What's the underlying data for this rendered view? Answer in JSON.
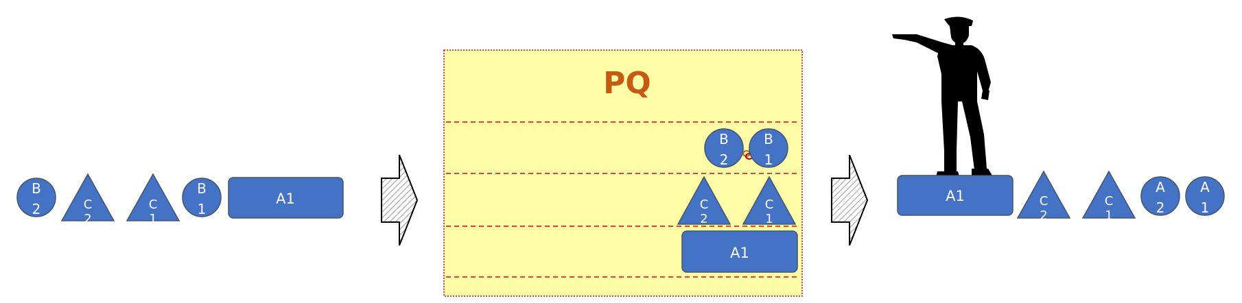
{
  "colors": {
    "shape_fill": "#4472C4",
    "shape_stroke": "#44546A",
    "queue_fill": "#FFFCA8",
    "queue_border": "#E0001A",
    "title_color": "#C55A11",
    "silhouette": "#000000",
    "arrow_hatch": "#9a9a9a"
  },
  "queue": {
    "title": "PQ"
  },
  "input_stream": {
    "items": [
      {
        "shape": "circle",
        "line1": "B",
        "line2": "2"
      },
      {
        "shape": "triangle",
        "line1": "C",
        "line2": "2"
      },
      {
        "shape": "triangle",
        "line1": "C",
        "line2": "1"
      },
      {
        "shape": "circle",
        "line1": "B",
        "line2": "1"
      },
      {
        "shape": "rectangle",
        "label": "A1"
      }
    ]
  },
  "queue_contents": {
    "row_1": [
      {
        "shape": "circle",
        "line1": "B",
        "line2": "2"
      },
      {
        "shape": "circle",
        "line1": "B",
        "line2": "1"
      }
    ],
    "row_2": [
      {
        "shape": "triangle",
        "line1": "C",
        "line2": "2"
      },
      {
        "shape": "triangle",
        "line1": "C",
        "line2": "1"
      }
    ],
    "row_3": [
      {
        "shape": "rectangle",
        "label": "A1"
      }
    ]
  },
  "output_stream": {
    "items": [
      {
        "shape": "rectangle",
        "label": "A1"
      },
      {
        "shape": "triangle",
        "line1": "C",
        "line2": "2"
      },
      {
        "shape": "triangle",
        "line1": "C",
        "line2": "1"
      },
      {
        "shape": "circle",
        "line1": "A",
        "line2": "2"
      },
      {
        "shape": "circle",
        "line1": "A",
        "line2": "1"
      }
    ]
  },
  "figure": {
    "icon": "police-officer-silhouette-icon"
  },
  "arrows": {
    "icon": "hatched-right-arrow-icon"
  }
}
